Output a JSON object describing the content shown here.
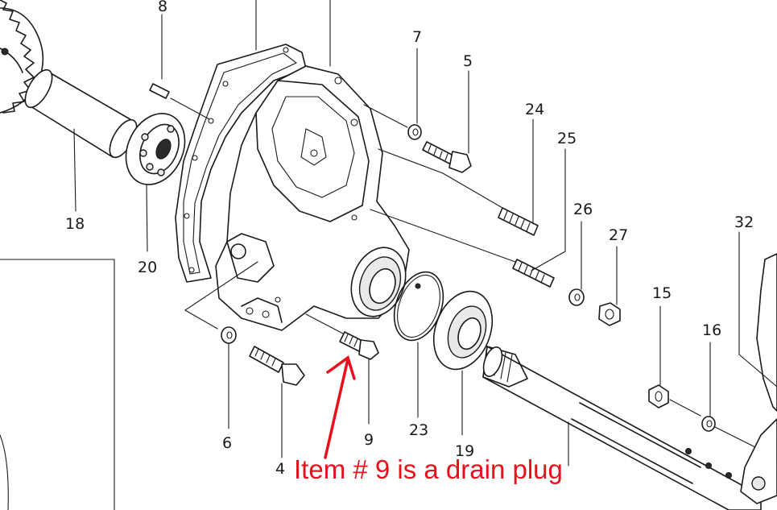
{
  "labels": {
    "p8": "8",
    "p7": "7",
    "p5": "5",
    "p24": "24",
    "p25": "25",
    "p26": "26",
    "p27": "27",
    "p32": "32",
    "p15": "15",
    "p16": "16",
    "p18": "18",
    "p20": "20",
    "p6": "6",
    "p4": "4",
    "p9": "9",
    "p23": "23",
    "p19": "19"
  },
  "annotation": {
    "text": "Item # 9 is a drain plug",
    "color": "#e8101a"
  },
  "colors": {
    "line": "#1a1a1a",
    "background": "#ffffff"
  }
}
